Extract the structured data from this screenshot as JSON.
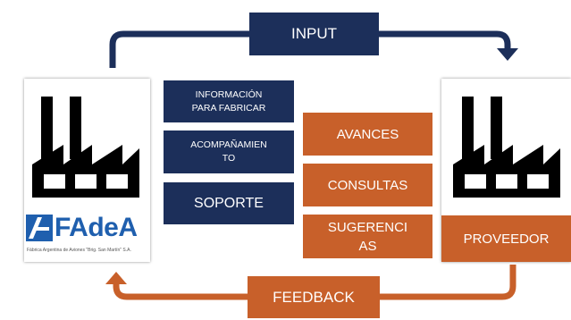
{
  "flow": {
    "input_label": "INPUT",
    "feedback_label": "FEEDBACK"
  },
  "left_items": [
    "INFORMACIÓN\nPARA FABRICAR",
    "ACOMPAÑAMIEN\nTO",
    "SOPORTE"
  ],
  "right_items": [
    "AVANCES",
    "CONSULTAS",
    "SUGERENCI\nAS"
  ],
  "fadea": {
    "logo_text": "FAdeA",
    "subtitle": "Fábrica Argentina de Aviones \"Brig. San Martín\" S.A.",
    "icon": "factory-icon"
  },
  "supplier": {
    "label": "PROVEEDOR",
    "icon": "factory-icon"
  },
  "colors": {
    "navy": "#1c2f5a",
    "orange": "#c8602a",
    "brand_blue": "#1f5fae"
  }
}
